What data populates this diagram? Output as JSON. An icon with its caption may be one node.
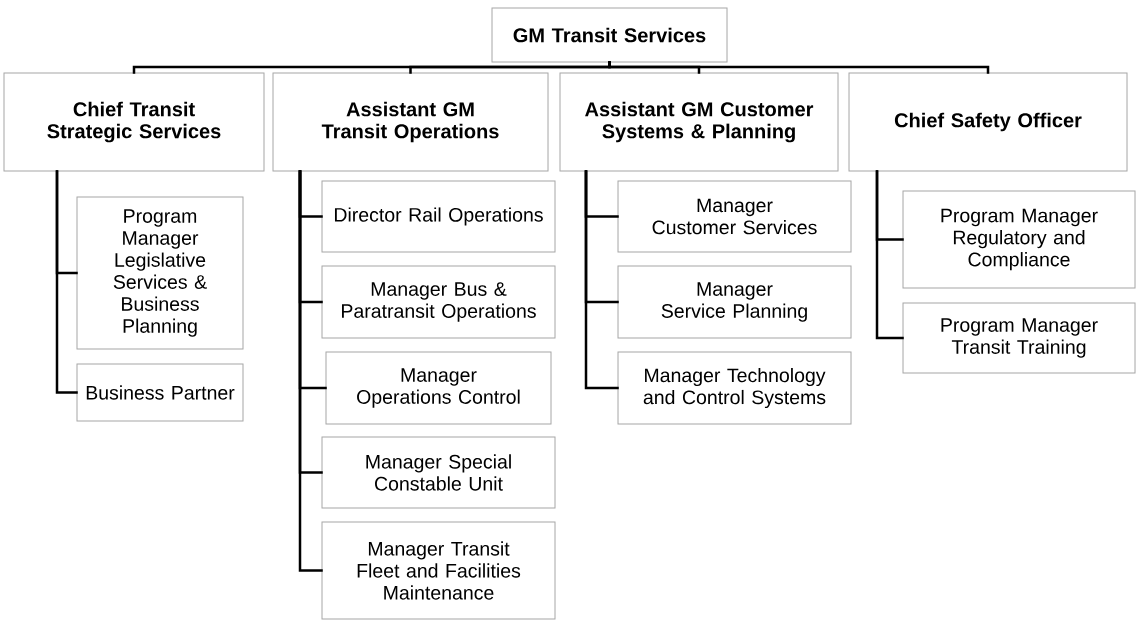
{
  "diagram": {
    "nodes": [
      {
        "text": [
          "GM Transit Services"
        ]
      },
      {
        "text": [
          "Chief Transit Strategic Services"
        ]
      },
      {
        "text": [
          "Assistant GM Transit Operations"
        ]
      },
      {
        "text": [
          "Assistant GM Customer Systems & Planning"
        ]
      },
      {
        "text": [
          "Chief Safety Officer"
        ]
      },
      {
        "text": [
          "Program Manager Legislative Services & Business Planning"
        ]
      },
      {
        "text": [
          "Business Partner"
        ]
      },
      {
        "text": [
          "Director Rail Operations"
        ]
      },
      {
        "text": [
          "Manager Bus & Paratransit Operations"
        ]
      },
      {
        "text": [
          "Manager Operations Control"
        ]
      },
      {
        "text": [
          "Manager Special Constable Unit"
        ]
      },
      {
        "text": [
          "Manager Transit Fleet and Facilities Maintenance"
        ]
      },
      {
        "text": [
          "Manager Customer Services"
        ]
      },
      {
        "text": [
          "Manager Service Planning"
        ]
      },
      {
        "text": [
          "Manager Technology and Control Systems"
        ]
      },
      {
        "text": [
          "Program Manager Regulatory and Compliance"
        ]
      },
      {
        "text": [
          "Program Manager Transit Training"
        ]
      }
    ],
    "edges": [
      {
        "from": 0,
        "to": 1,
        "arrow": "none"
      },
      {
        "from": 0,
        "to": 2,
        "arrow": "none"
      },
      {
        "from": 0,
        "to": 3,
        "arrow": "none"
      },
      {
        "from": 0,
        "to": 4,
        "arrow": "none"
      },
      {
        "from": 1,
        "to": 5,
        "arrow": "none"
      },
      {
        "from": 1,
        "to": 6,
        "arrow": "none"
      },
      {
        "from": 2,
        "to": 7,
        "arrow": "none"
      },
      {
        "from": 2,
        "to": 8,
        "arrow": "none"
      },
      {
        "from": 2,
        "to": 9,
        "arrow": "none"
      },
      {
        "from": 2,
        "to": 10,
        "arrow": "none"
      },
      {
        "from": 2,
        "to": 11,
        "arrow": "none"
      },
      {
        "from": 3,
        "to": 12,
        "arrow": "none"
      },
      {
        "from": 3,
        "to": 13,
        "arrow": "none"
      },
      {
        "from": 3,
        "to": 14,
        "arrow": "none"
      },
      {
        "from": 4,
        "to": 15,
        "arrow": "none"
      },
      {
        "from": 4,
        "to": 16,
        "arrow": "none"
      }
    ]
  }
}
